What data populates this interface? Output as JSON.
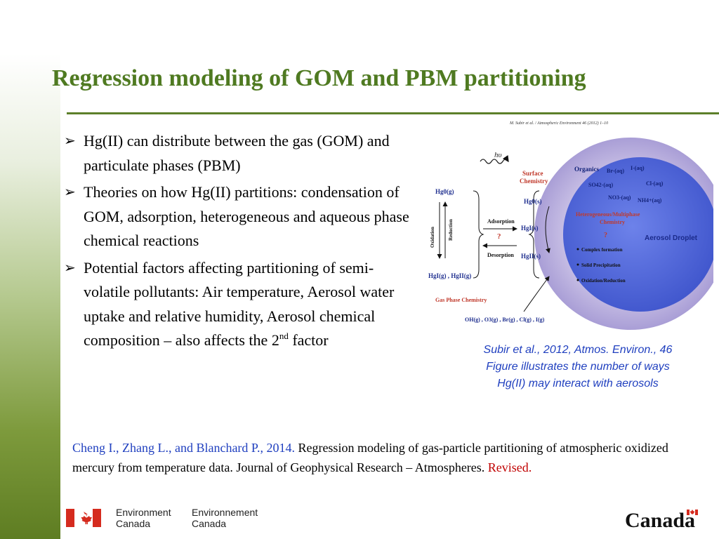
{
  "slide": {
    "title": "Regression modeling of GOM and PBM partitioning",
    "bullets": [
      {
        "marker": "➢",
        "text": "Hg(II) can distribute between the gas (GOM) and particulate phases (PBM)"
      },
      {
        "marker": "➢",
        "text": "Theories on how Hg(II) partitions: condensation of GOM, adsorption, heterogeneous and aqueous phase chemical reactions"
      },
      {
        "marker": "➢",
        "text_before": "Potential factors affecting partitioning of semi-volatile pollutants: Air temperature, Aerosol water uptake and relative humidity, Aerosol chemical composition – also affects the 2",
        "superscript": "nd",
        "text_after": " factor"
      }
    ]
  },
  "figure": {
    "citation_header": "M. Subir et al. / Atmospheric Environment 46 (2012) 1–10",
    "hv": "hυ",
    "surface_chemistry": [
      "Surface",
      "Chemistry"
    ],
    "hg0_gas": "Hg0(g)",
    "oxidation": "Oxidation",
    "reduction": "Reduction",
    "adsorption": "Adsorption",
    "desorption": "Desorption",
    "question_mark": "?",
    "hg0_s": "Hg0(s)",
    "hgI_s": "HgI(s)",
    "hgII_s": "HgII(s)",
    "hgI_hgII_gas": "HgI(g) , HgII(g)",
    "gas_phase_chemistry": "Gas Phase Chemistry",
    "organics": "Organics",
    "br_aq": "Br-(aq)",
    "i_aq": "I-(aq)",
    "so4": "SO42-(aq)",
    "cl_aq": "Cl-(aq)",
    "no3": "NO3-(aq)",
    "nh4": "NH4+(aq)",
    "hetero_chem": [
      "Heterogeneous/Multiphase",
      "Chemistry"
    ],
    "aerosol_droplet": "Aerosol Droplet",
    "processes": [
      "Complex formation",
      "Solid Precipitation",
      "Oxidation/Reduction"
    ],
    "oxidants": "OH(g) , O3(g) , Br(g) , Cl(g) , I(g)"
  },
  "caption": {
    "lines": [
      "Subir et al., 2012, Atmos. Environ., 46",
      "Figure illustrates the number of ways",
      "Hg(II) may interact with aerosols"
    ]
  },
  "reference": {
    "authors": "Cheng I., Zhang L., and Blanchard P., 2014.",
    "body": " Regression modeling of gas-particle partitioning of atmospheric oxidized mercury from temperature data.  Journal of Geophysical Research – Atmospheres. ",
    "status": "Revised."
  },
  "footer": {
    "english": [
      "Environment",
      "Canada"
    ],
    "french": [
      "Environnement",
      "Canada"
    ],
    "wordmark": "Canada"
  },
  "colors": {
    "title_green": "#4f7a21",
    "citation_blue": "#1f3fbf",
    "revised_red": "#c00000",
    "flag_red": "#d52b1e",
    "sphere_blue": "#4d63d6",
    "sphere_lavender": "#b3a9dc"
  }
}
